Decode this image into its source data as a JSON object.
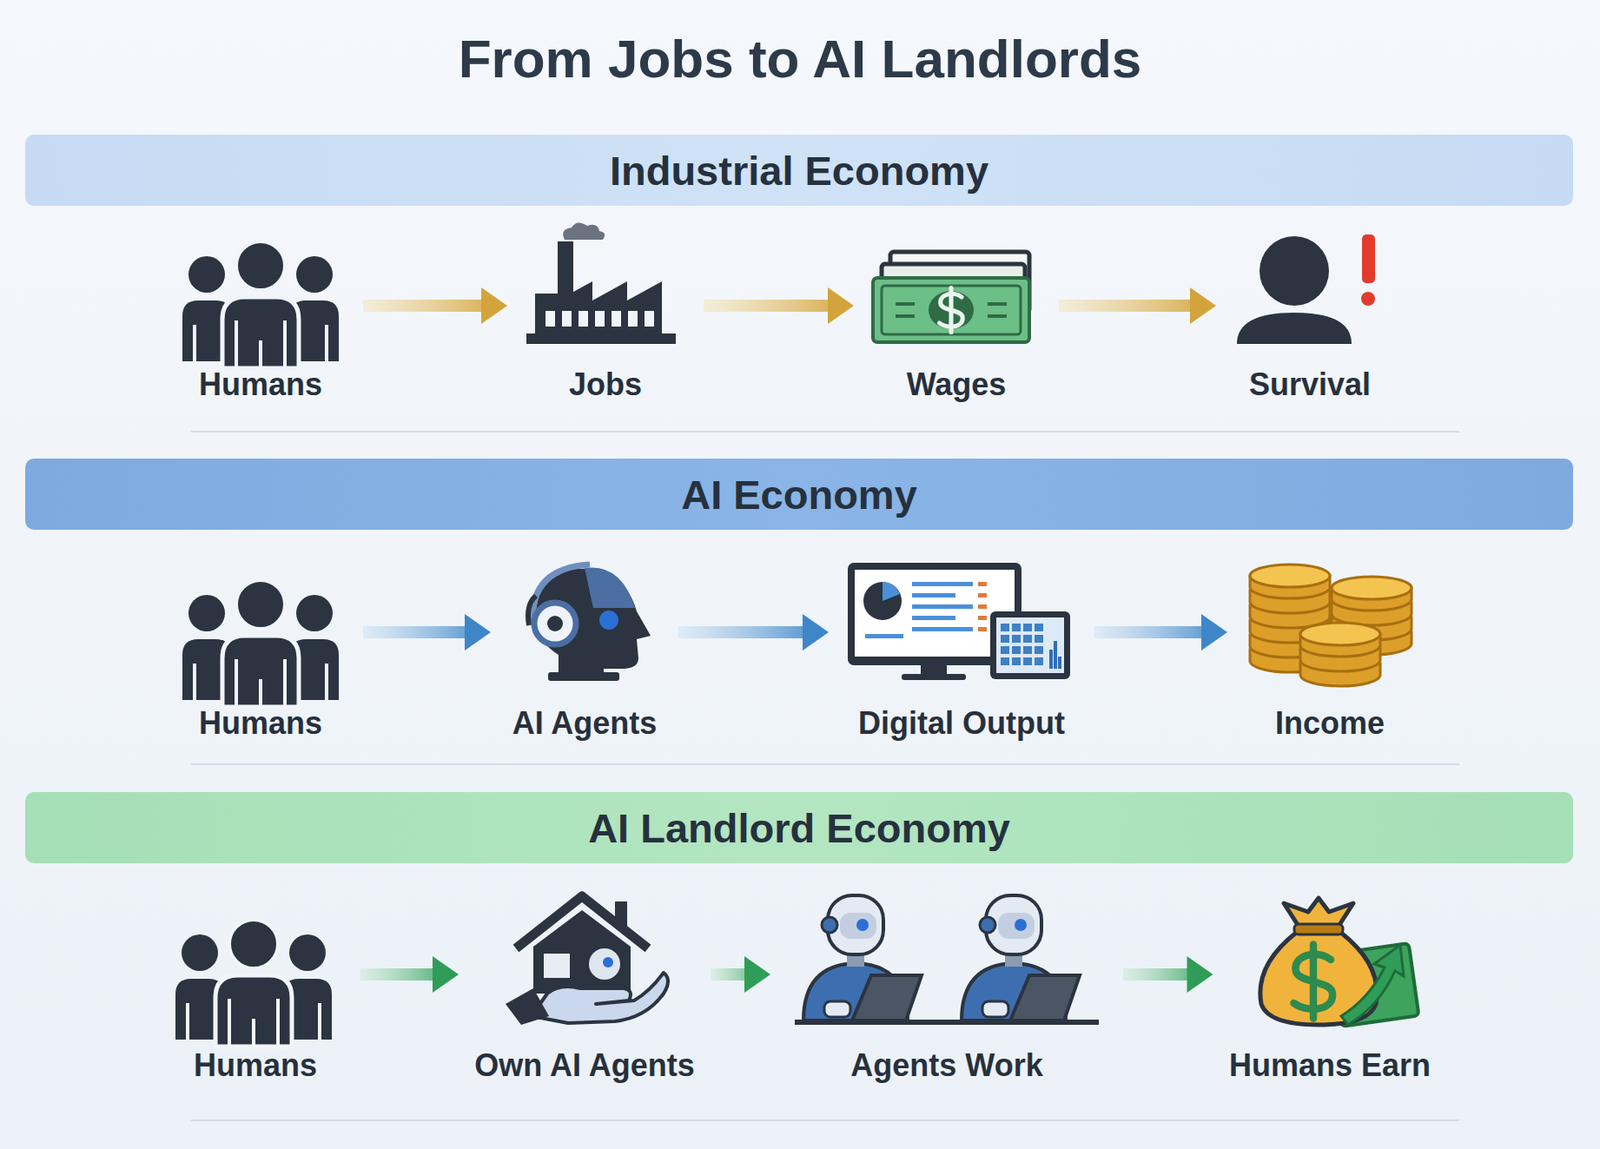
{
  "diagram": {
    "title": "From Jobs to AI Landlords",
    "nodes": [
      {
        "text": [
          "Industrial Economy"
        ]
      },
      {
        "text": [
          "Humans"
        ]
      },
      {
        "text": [
          "Jobs"
        ]
      },
      {
        "text": [
          "Wages"
        ]
      },
      {
        "text": [
          "Survival"
        ]
      },
      {
        "text": [
          "AI Economy"
        ]
      },
      {
        "text": [
          "Humans"
        ]
      },
      {
        "text": [
          "AI Agents"
        ]
      },
      {
        "text": [
          "Digital Output"
        ]
      },
      {
        "text": [
          "Income"
        ]
      },
      {
        "text": [
          "AI Landlord Economy"
        ]
      },
      {
        "text": [
          "Humans"
        ]
      },
      {
        "text": [
          "Own AI Agents"
        ]
      },
      {
        "text": [
          "Agents Work"
        ]
      },
      {
        "text": [
          "Humans Earn"
        ]
      }
    ],
    "edges": [
      {
        "from": 1,
        "to": 2,
        "arrow": "to"
      },
      {
        "from": 2,
        "to": 3,
        "arrow": "to"
      },
      {
        "from": 3,
        "to": 4,
        "arrow": "to"
      },
      {
        "from": 6,
        "to": 7,
        "arrow": "to"
      },
      {
        "from": 7,
        "to": 8,
        "arrow": "to"
      },
      {
        "from": 8,
        "to": 9,
        "arrow": "to"
      },
      {
        "from": 11,
        "to": 12,
        "arrow": "to"
      },
      {
        "from": 12,
        "to": 13,
        "arrow": "to"
      },
      {
        "from": 13,
        "to": 14,
        "arrow": "to"
      }
    ]
  }
}
